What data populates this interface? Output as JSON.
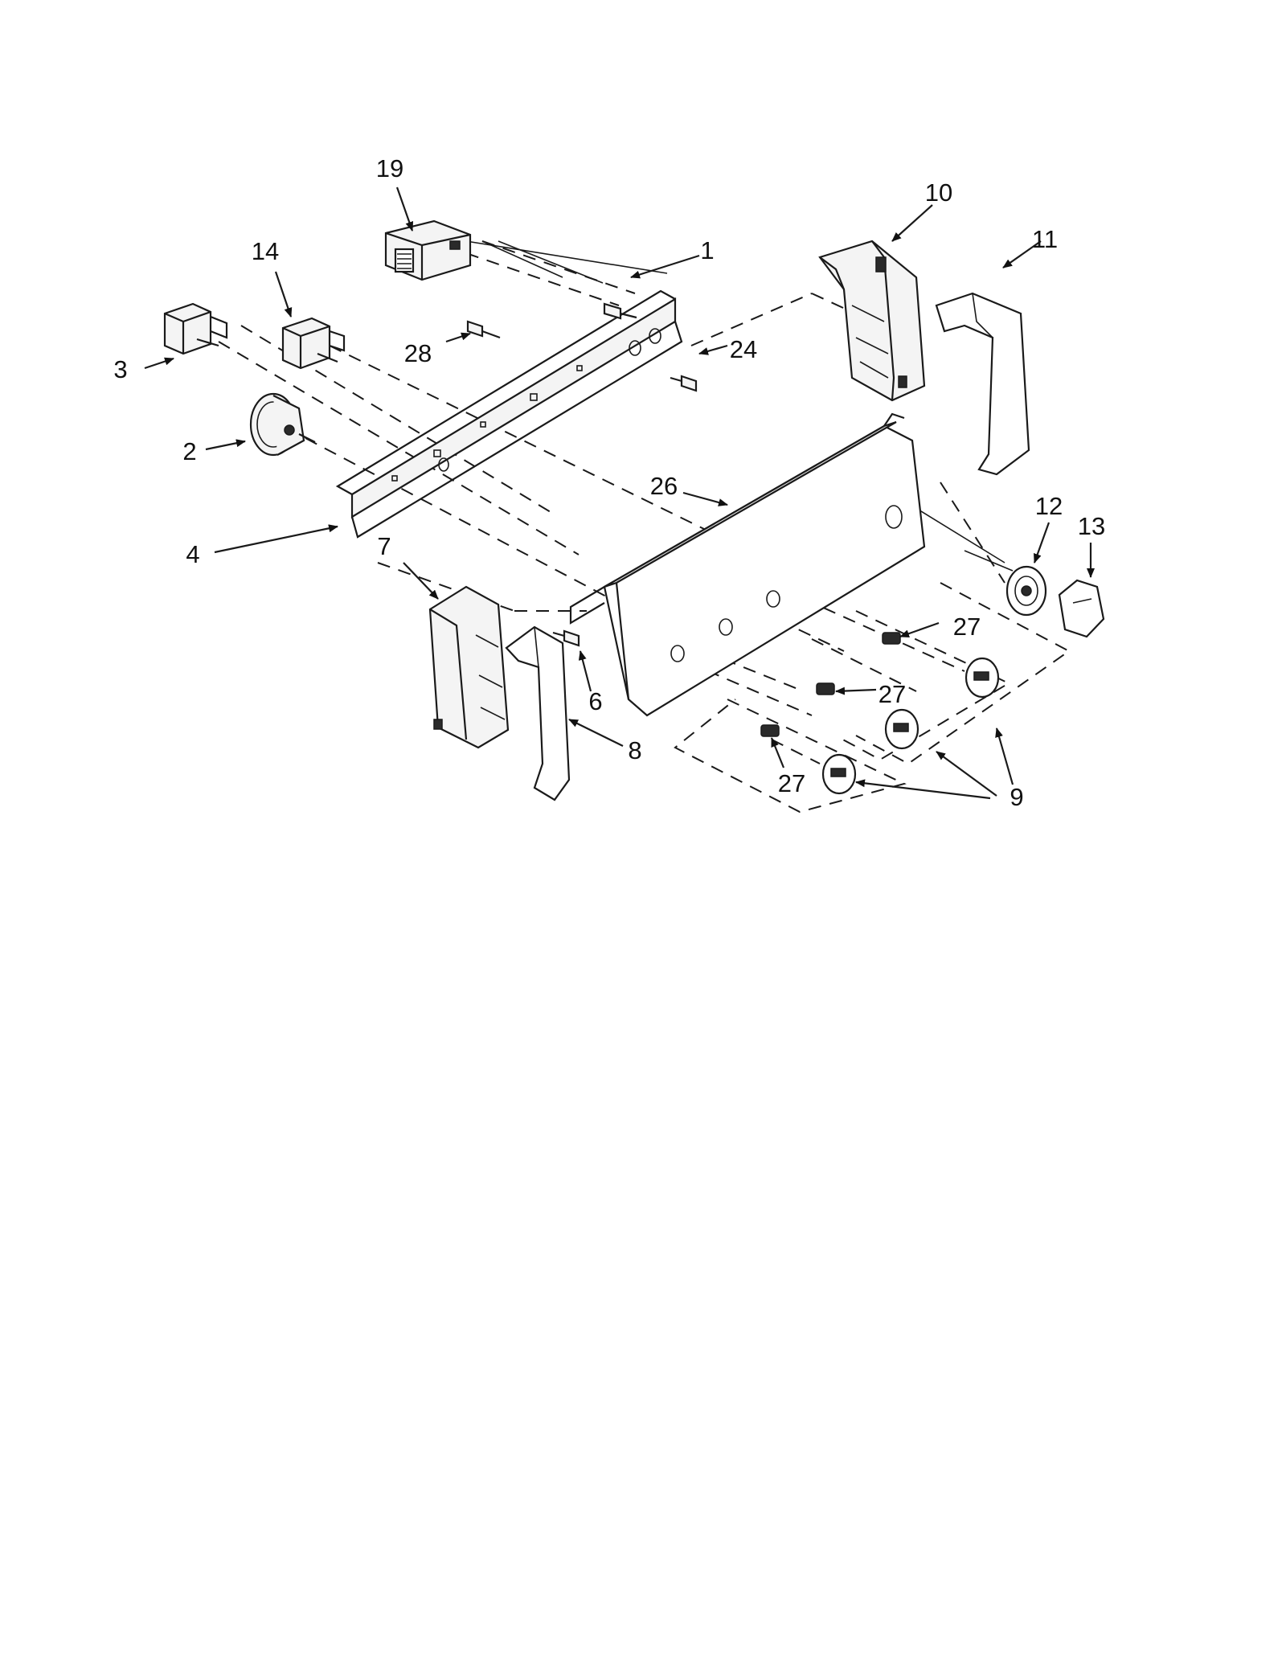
{
  "callouts": {
    "c1": "1",
    "c2": "2",
    "c3": "3",
    "c4": "4",
    "c6": "6",
    "c7": "7",
    "c8": "8",
    "c9": "9",
    "c10": "10",
    "c11": "11",
    "c12": "12",
    "c13": "13",
    "c14": "14",
    "c19": "19",
    "c24": "24",
    "c26": "26",
    "c27a": "27",
    "c27b": "27",
    "c27c": "27",
    "c28": "28"
  }
}
